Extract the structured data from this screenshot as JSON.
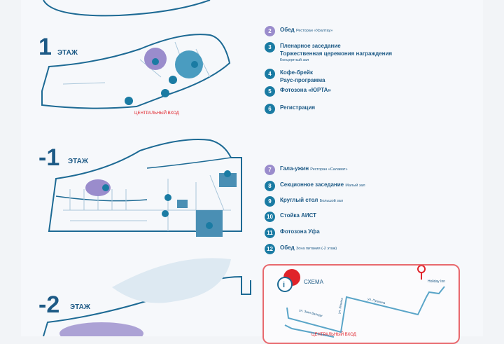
{
  "floors": [
    {
      "number": "1",
      "word": "ЭТАЖ",
      "entrance": "ЦЕНТРАЛЬНЫЙ ВХОД"
    },
    {
      "number": "-1",
      "word": "ЭТАЖ"
    },
    {
      "number": "-2",
      "word": "ЭТАЖ"
    }
  ],
  "legend_floor1": [
    {
      "n": "2",
      "title": "Обед",
      "sub": "Ресторан «Уралтау»",
      "color": "purple"
    },
    {
      "n": "3",
      "title": "Пленарное заседание",
      "line2": "Торжественная церемония награждения",
      "sub2": "Концертный зал",
      "color": "teal"
    },
    {
      "n": "4",
      "title": "Кофе-брейк",
      "line2": "Раус-программа",
      "color": "teal"
    },
    {
      "n": "5",
      "title": "Фотозона «ЮРТА»",
      "color": "teal"
    },
    {
      "n": "6",
      "title": "Регистрация",
      "color": "teal"
    }
  ],
  "legend_floor_minus1": [
    {
      "n": "7",
      "title": "Гала-ужин",
      "sub": "Ресторан «Салават»",
      "color": "purple"
    },
    {
      "n": "8",
      "title": "Секционное заседание",
      "sub": "Малый зал",
      "color": "teal"
    },
    {
      "n": "9",
      "title": "Круглый стол",
      "sub": "Большой зал",
      "color": "teal"
    },
    {
      "n": "10",
      "title": "Стойка АИСТ",
      "color": "teal"
    },
    {
      "n": "11",
      "title": "Фотозона Уфа",
      "color": "teal"
    },
    {
      "n": "12",
      "title": "Обед",
      "sub": "Зона питания (-2 этаж)",
      "color": "teal"
    }
  ],
  "schema": {
    "title": "СХЕМА",
    "hotel": "Holiday Inn",
    "streets": [
      "ул. Заки Валиди",
      "ул. Ленина",
      "ул. Пушкина"
    ],
    "entrance": "ЦЕНТРАЛЬНЫЙ ВХОД"
  },
  "colors": {
    "teal": "#1a7ba3",
    "purple": "#9a8ccc",
    "text": "#1d5a86",
    "red": "#e0232a"
  }
}
